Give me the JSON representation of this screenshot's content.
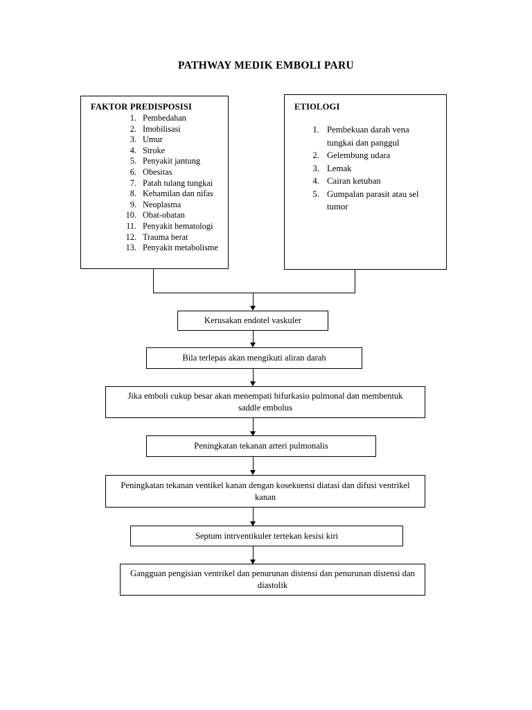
{
  "page": {
    "title": "PATHWAY MEDIK EMBOLI PARU"
  },
  "boxes": {
    "predisposisi": {
      "heading": "FAKTOR PREDISPOSISI",
      "items": [
        "Pembedahan",
        "Imobilisasi",
        "Umur",
        "Stroke",
        "Penyakit jantung",
        "Obesitas",
        "Patah tulang tungkai",
        "Kehamilan dan nifas",
        "Neoplasma",
        "Obat-obatan",
        "Penyakit hematologi",
        "Trauma berat",
        "Penyakit metabolisme"
      ]
    },
    "etiologi": {
      "heading": "ETIOLOGI",
      "items": [
        "Pembekuan darah vena tungkai dan panggul",
        "Gelembung udara",
        "Lemak",
        "Cairan ketuban",
        "Gumpalan parasit atau sel tumor"
      ]
    }
  },
  "flow": {
    "steps": [
      {
        "id": "kerusakan-endotel-vaskuler",
        "text": "Kerusakan endotel vaskuler"
      },
      {
        "id": "bila-terlepas-aliran-darah",
        "text": "Bila terlepas akan mengikuti aliran darah"
      },
      {
        "id": "saddle-embolus",
        "text": "Jika emboli cukup besar akan menempati bifurkasio pulmonal dan membentuk saddle embolus"
      },
      {
        "id": "tekanan-arteri-pulmonalis",
        "text": "Peningkatan tekanan arteri pulmonalis"
      },
      {
        "id": "tekanan-ventikel-kanan",
        "text": "Peningkatan tekanan ventikel kanan dengan kosekuensi diatasi dan difusi ventrikel kanan"
      },
      {
        "id": "septum-intrventikuler",
        "text": "Septum intrventikuler tertekan kesisi kiri"
      },
      {
        "id": "gangguan-pengisian-ventrikel",
        "text": "Gangguan pengisian ventrikel dan penurunan distensi dan penurunan distensi dan diastolik"
      }
    ]
  },
  "colors": {
    "stroke": "#000000",
    "background": "#ffffff",
    "text": "#000000"
  }
}
